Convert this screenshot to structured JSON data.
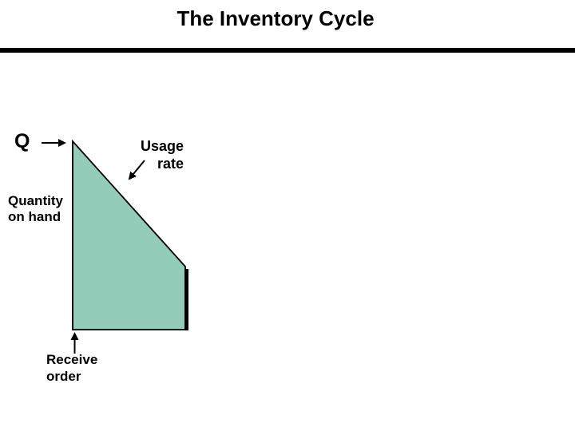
{
  "slide": {
    "title": "The Inventory Cycle"
  },
  "diagram": {
    "fill_color": "#94CCBA",
    "outline_color": "#000000",
    "labels": {
      "q": "Q",
      "usage_rate": "Usage\nrate",
      "quantity_on_hand": "Quantity\non hand",
      "receive_order": "Receive\norder"
    }
  }
}
